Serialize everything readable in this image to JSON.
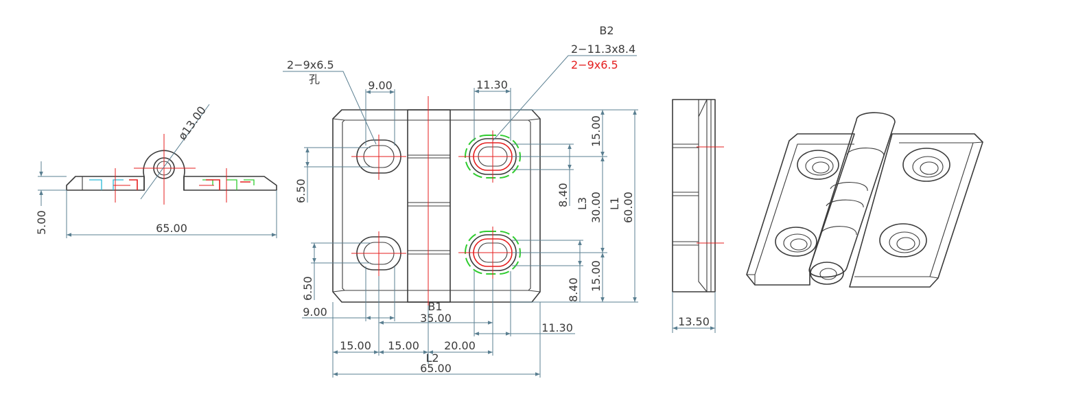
{
  "side_view": {
    "dia": "ø13.00",
    "thickness": "5.00",
    "width": "65.00"
  },
  "front_view": {
    "hole_callout_l1": "2−9x6.5",
    "hole_callout_l2": "孔",
    "b2": "B2",
    "b2_callout_l1": "2−11.3x8.4",
    "b2_callout_l2": "2−9x6.5",
    "slot_w_left": "9.00",
    "slot_w_right": "11.30",
    "left_h_top": "6.50",
    "left_h_bot": "6.50",
    "right_top": "15.00",
    "right_b_h": "8.40",
    "l3_label": "L3",
    "l3_value": "30.00",
    "l1_label": "L1",
    "l1_value": "60.00",
    "right_bot_15": "15.00",
    "right_bot_84": "8.40",
    "b1": "B1",
    "b1_value": "35.00",
    "bottom_9": "9.00",
    "bottom_113": "11.30",
    "seg1": "15.00",
    "seg2": "15.00",
    "seg3": "20.00",
    "l2_label": "L2",
    "l2_value": "65.00"
  },
  "end_view": {
    "depth": "13.50"
  },
  "colors": {
    "object": "#3a3a3a",
    "dimension": "#5a7f91",
    "centerline": "#e41e1e",
    "hidden_green": "#2ecc2e",
    "hidden_cyan": "#27b8d6"
  }
}
